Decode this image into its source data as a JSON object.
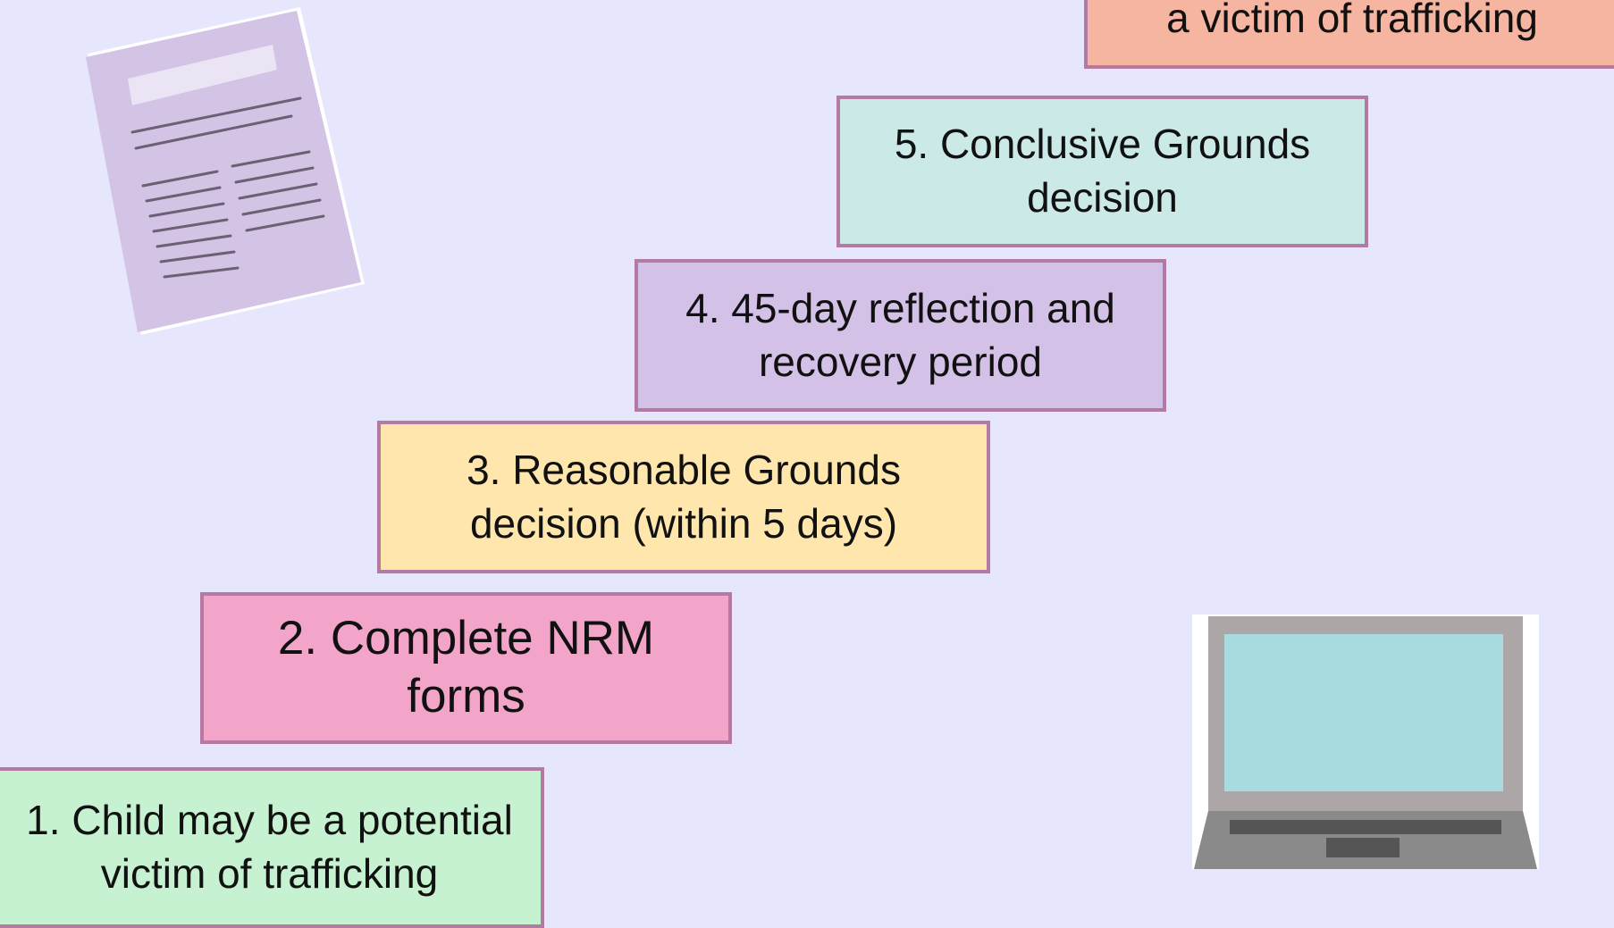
{
  "steps": [
    {
      "label": "1. Child may be a potential victim of trafficking",
      "lines": [
        "1. Child may be a potential",
        "victim of trafficking"
      ],
      "color": "#c6f2d1"
    },
    {
      "label": "2. Complete NRM forms",
      "lines": [
        "2. Complete NRM",
        "forms"
      ],
      "color": "#f2a5c8"
    },
    {
      "label": "3. Reasonable Grounds decision (within 5 days)",
      "lines": [
        "3. Reasonable Grounds",
        "decision (within 5 days)"
      ],
      "color": "#fee6ad"
    },
    {
      "label": "4. 45-day reflection and recovery period",
      "lines": [
        "4. 45-day reflection and",
        "recovery period"
      ],
      "color": "#d3c1e7"
    },
    {
      "label": "5. Conclusive Grounds decision",
      "lines": [
        "5. Conclusive Grounds",
        "decision"
      ],
      "color": "#cae9e7"
    },
    {
      "label": "a victim of trafficking",
      "lines": [
        "a victim of trafficking"
      ],
      "color": "#f6b5a1"
    }
  ],
  "icons": {
    "document": "document-icon",
    "laptop": "laptop-icon"
  },
  "colors": {
    "background": "#e6e6fd",
    "box_border": "#b47aa3",
    "document_paper": "#d3c4e6",
    "laptop_screen": "#a8dbe0",
    "laptop_body": "#8a8a8a"
  }
}
